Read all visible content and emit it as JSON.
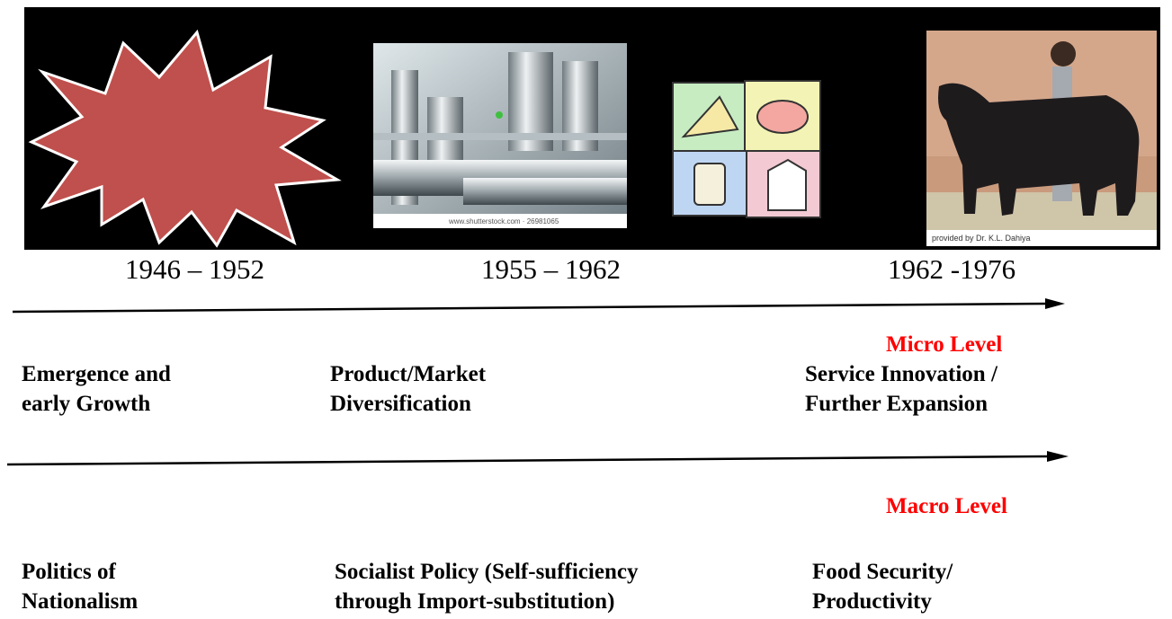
{
  "timeline": {
    "periods": [
      {
        "years": "1946 – 1952"
      },
      {
        "years": "1955 – 1962"
      },
      {
        "years": "1962 -1976"
      }
    ]
  },
  "micro": {
    "level_label": "Micro Level",
    "items": [
      {
        "line1": "Emergence and",
        "line2": "early Growth"
      },
      {
        "line1": "Product/Market",
        "line2": "Diversification"
      },
      {
        "line1": "Service Innovation /",
        "line2": "Further Expansion"
      }
    ]
  },
  "macro": {
    "level_label": "Macro Level",
    "items": [
      {
        "line1": "Politics of",
        "line2": "Nationalism"
      },
      {
        "line1": "Socialist Policy (Self-sufficiency",
        "line2": "through Import-substitution)"
      },
      {
        "line1": "Food Security/",
        "line2": "Productivity"
      }
    ]
  },
  "images": {
    "starburst": {
      "icon": "starburst-icon",
      "color": "#c0504d"
    },
    "factory": {
      "icon": "dairy-factory-photo",
      "watermark": "www.shutterstock.com · 26981065"
    },
    "dairy_products": {
      "icon": "dairy-products-clipart"
    },
    "buffalo": {
      "icon": "buffalo-photo",
      "caption": "provided by Dr. K.L. Dahiya"
    }
  },
  "colors": {
    "level_label": "#ff0000",
    "banner": "#000000"
  }
}
